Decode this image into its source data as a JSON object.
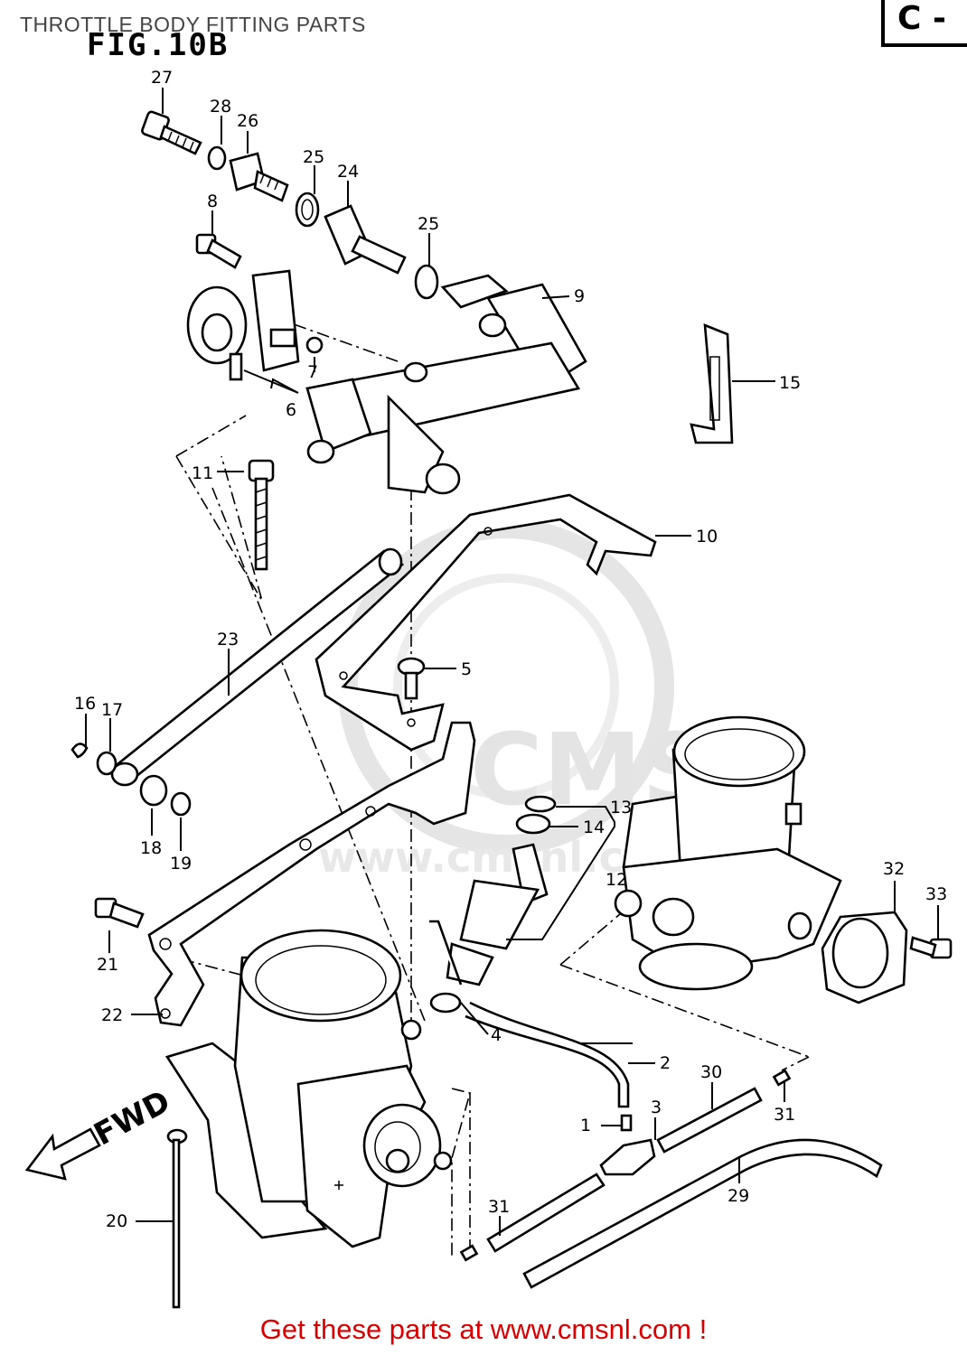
{
  "header": {
    "title": "THROTTLE BODY FITTING PARTS",
    "figure": "FIG.10B",
    "corner_code": "C -"
  },
  "watermark": {
    "brand": "CMS",
    "url": "www.cmsnl.com"
  },
  "direction_label": "FWD",
  "callouts": [
    "1",
    "2",
    "3",
    "4",
    "5",
    "6",
    "7",
    "8",
    "9",
    "10",
    "11",
    "12",
    "13",
    "14",
    "15",
    "16",
    "17",
    "18",
    "19",
    "20",
    "21",
    "22",
    "23",
    "24",
    "25",
    "26",
    "27",
    "28",
    "29",
    "30",
    "31",
    "32",
    "33"
  ],
  "callout_25b": "25",
  "callout_31b": "31",
  "footer": {
    "cta": "Get these parts at www.cmsnl.com !"
  }
}
